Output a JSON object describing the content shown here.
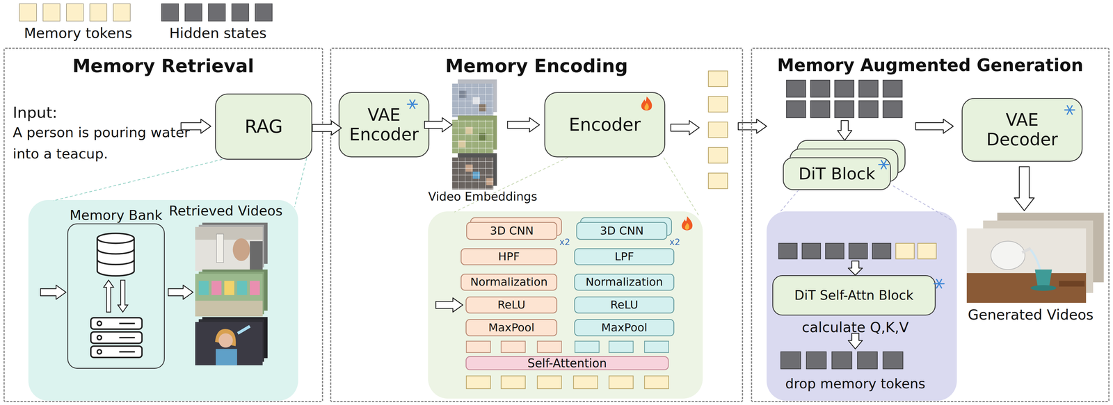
{
  "diagram": {
    "nodes": [
      {
        "text": [
          "Memory Retrieval"
        ]
      },
      {
        "text": [
          "RAG"
        ],
        "in": 0
      },
      {
        "text": [
          "Memory Bank"
        ],
        "in": 0
      },
      {
        "text": [
          "Memory Encoding"
        ]
      },
      {
        "text": [
          "VAE Encoder"
        ],
        "in": 3
      },
      {
        "text": [
          "Encoder"
        ],
        "in": 3
      },
      {
        "text": [
          "3D CNN"
        ],
        "in": 3
      },
      {
        "text": [
          "HPF"
        ],
        "in": 3
      },
      {
        "text": [
          "Normalization"
        ],
        "in": 3
      },
      {
        "text": [
          "ReLU"
        ],
        "in": 3
      },
      {
        "text": [
          "MaxPool"
        ],
        "in": 3
      },
      {
        "text": [
          "3D CNN"
        ],
        "in": 3
      },
      {
        "text": [
          "LPF"
        ],
        "in": 3
      },
      {
        "text": [
          "Normalization"
        ],
        "in": 3
      },
      {
        "text": [
          "ReLU"
        ],
        "in": 3
      },
      {
        "text": [
          "MaxPool"
        ],
        "in": 3
      },
      {
        "text": [
          "Self-Attention"
        ],
        "in": 3
      },
      {
        "text": [
          "Memory Augmented Generation"
        ]
      },
      {
        "text": [
          "DiT Block"
        ],
        "in": 17
      },
      {
        "text": [
          "VAE Decoder"
        ],
        "in": 17
      },
      {
        "text": [
          "DiT Self-Attn Block"
        ],
        "in": 17
      }
    ],
    "edges": [
      {
        "from": 1,
        "to": 4,
        "arrow": "to"
      },
      {
        "from": 4,
        "to": 5,
        "arrow": "to"
      },
      {
        "from": 18,
        "to": 19,
        "arrow": "to"
      }
    ],
    "labels": [
      "Input:",
      "A person is pouring water into a teacup.",
      "Retrieved Videos",
      "Video Embeddings",
      "x2",
      "x2",
      "calculate Q,K,V",
      "drop memory tokens",
      "Generated Videos"
    ],
    "legend": [
      {
        "text": "Memory tokens",
        "color": "#fdf0c9"
      },
      {
        "text": "Hidden states",
        "color": "#6d6d71"
      }
    ]
  }
}
